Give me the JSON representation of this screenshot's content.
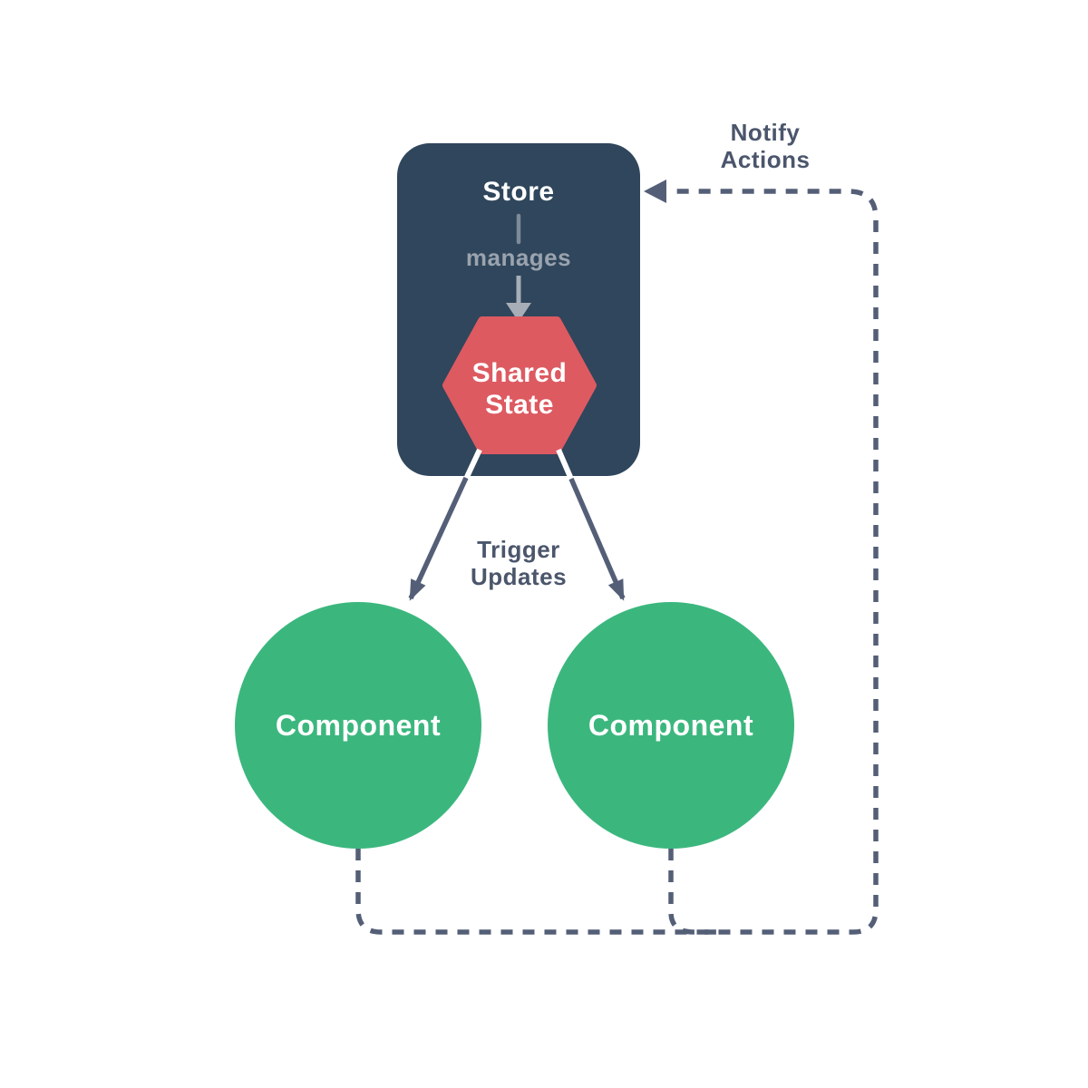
{
  "diagram": {
    "title_semantic": "store-shared-state-flow",
    "store": {
      "label": "Store",
      "manages_label": "manages",
      "bg": "#2F465C"
    },
    "shared_state": {
      "line1": "Shared",
      "line2": "State",
      "bg": "#DD5A61"
    },
    "components": [
      {
        "label": "Component"
      },
      {
        "label": "Component"
      }
    ],
    "component_bg": "#3BB77E",
    "edges": {
      "trigger": {
        "line1": "Trigger",
        "line2": "Updates"
      },
      "notify": {
        "line1": "Notify",
        "line2": "Actions"
      }
    },
    "colors": {
      "background": "#FFFFFF",
      "arrow_slate": "#545F77",
      "edge_label_text": "#4B566C",
      "muted_text": "#9AA3AE",
      "gray_arrow": "#A7AEB7",
      "tick_gray": "#7E8A98",
      "node_text": "#FFFFFF"
    }
  }
}
